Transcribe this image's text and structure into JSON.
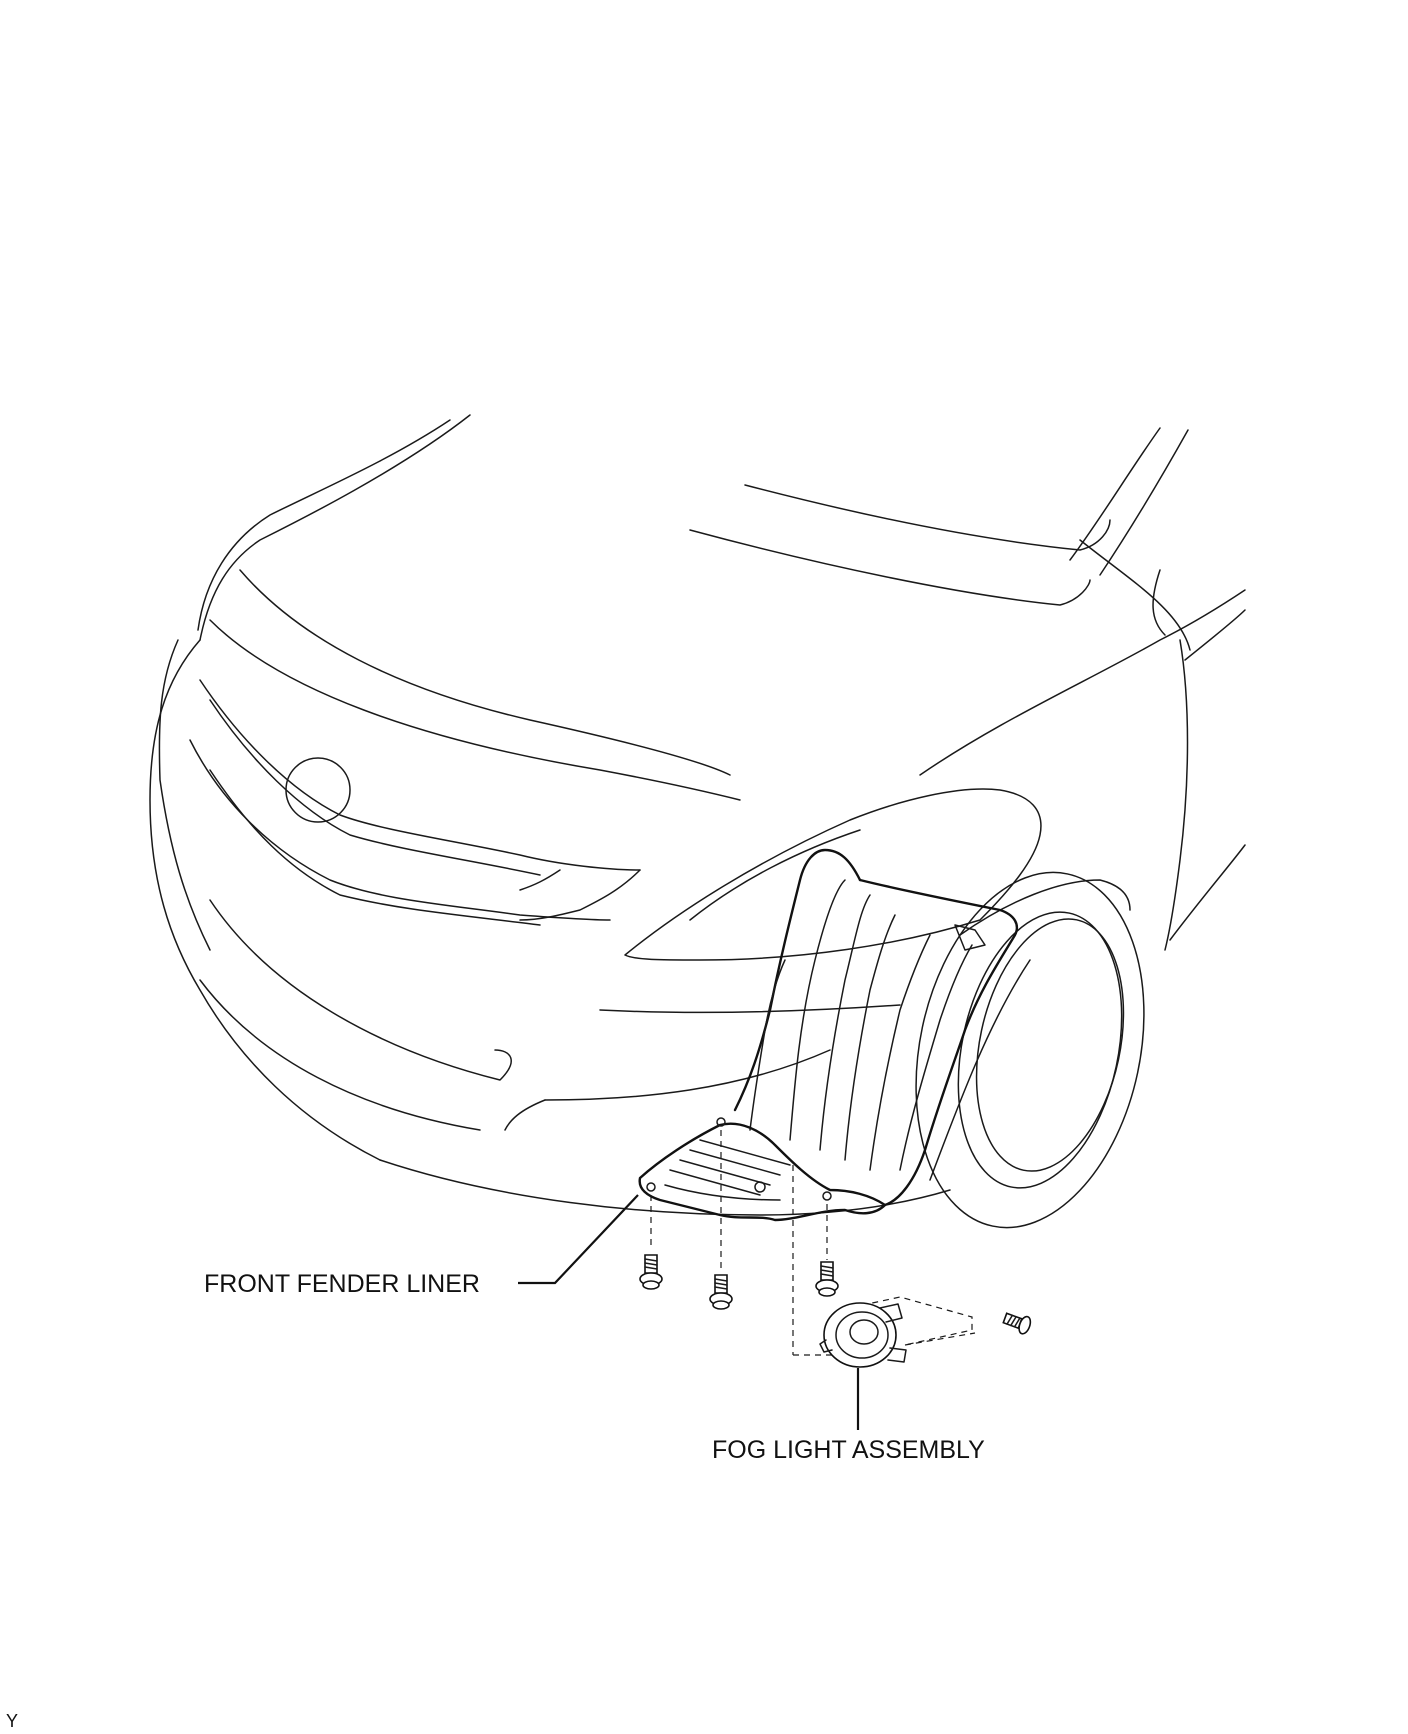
{
  "labels": {
    "front_fender_liner": "FRONT FENDER LINER",
    "fog_light_assembly": "FOG LIGHT ASSEMBLY"
  },
  "figure_code": "Y",
  "colors": {
    "ink": "#111111",
    "background": "#ffffff"
  }
}
